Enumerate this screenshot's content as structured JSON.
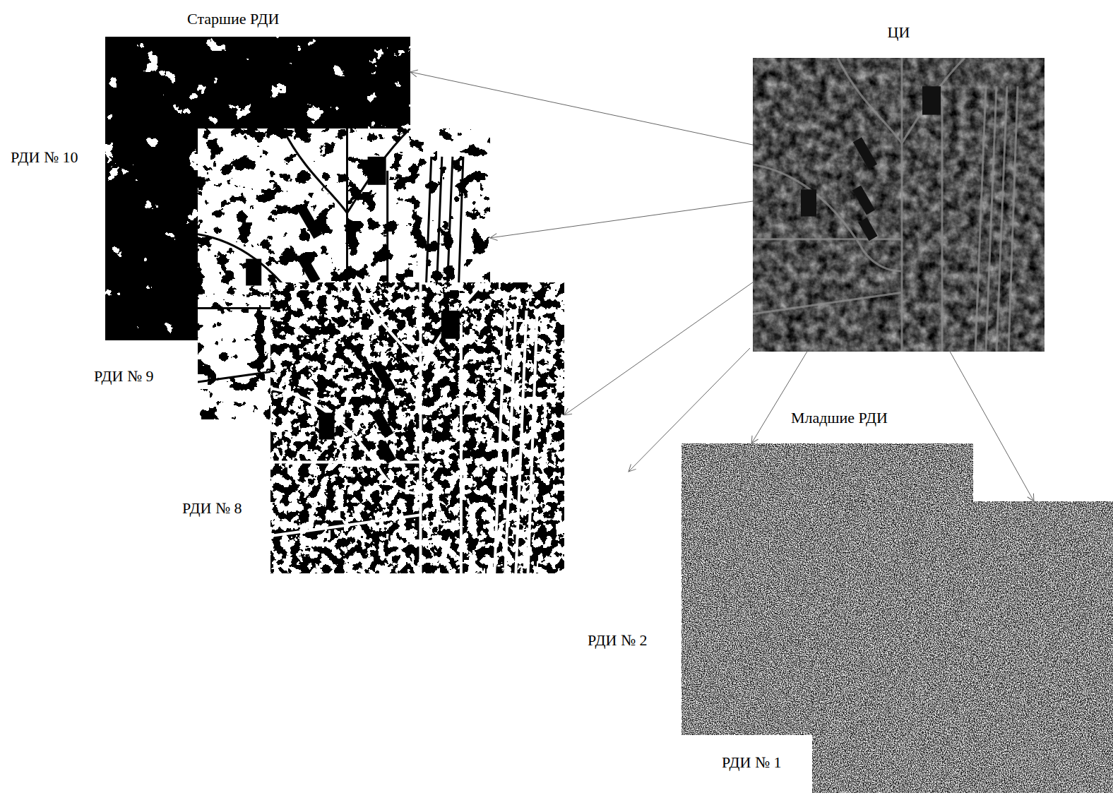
{
  "diagram": {
    "nodes": [
      {
        "text": [
          "ЦИ"
        ]
      },
      {
        "text": [
          "РДИ № 10"
        ]
      },
      {
        "text": [
          "РДИ № 9"
        ]
      },
      {
        "text": [
          "РДИ № 8"
        ]
      },
      {
        "text": [
          "РДИ № 2"
        ]
      },
      {
        "text": [
          "РДИ № 1"
        ]
      }
    ],
    "edges": [
      {
        "from": 0,
        "to": 1,
        "arrow": "to"
      },
      {
        "from": 0,
        "to": 2,
        "arrow": "to"
      },
      {
        "from": 0,
        "to": 3,
        "arrow": "to"
      },
      {
        "from": 0,
        "to": 4,
        "arrow": "to"
      },
      {
        "from": 0,
        "to": 5,
        "arrow": "to"
      }
    ],
    "labels": [
      "Старшие РДИ",
      "Младшие РДИ"
    ]
  }
}
